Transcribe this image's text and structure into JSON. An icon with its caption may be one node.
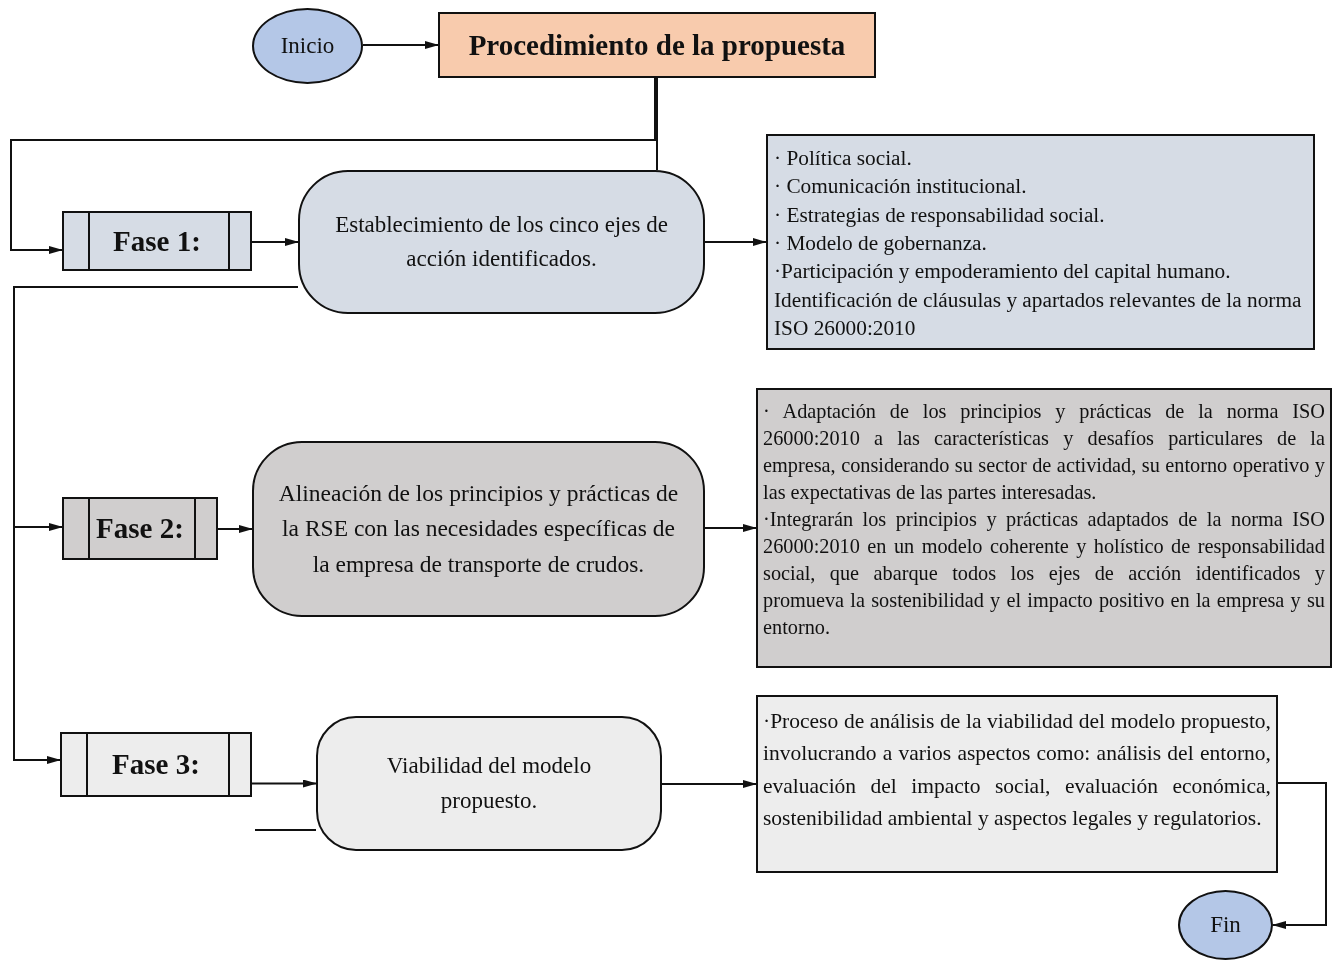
{
  "diagram": {
    "nodes": [
      {
        "text": [
          "Inicio"
        ]
      },
      {
        "text": [
          "Procedimiento de la propuesta"
        ]
      },
      {
        "text": [
          "Fase 1:"
        ]
      },
      {
        "text": [
          "Establecimiento de los cinco ejes de acción identificados."
        ]
      },
      {
        "text": [
          "· Política social.",
          "· Comunicación institucional.",
          "· Estrategias de responsabilidad social.",
          "· Modelo de gobernanza.",
          "·Participación y empoderamiento del capital humano.",
          "Identificación de cláusulas y apartados relevantes de la norma ISO 26000:2010"
        ]
      },
      {
        "text": [
          "Fase 2:"
        ]
      },
      {
        "text": [
          "Alineación de los principios y prácticas de la RSE con las necesidades específicas de la empresa de transporte de crudos."
        ]
      },
      {
        "text": [
          "· Adaptación de los principios y prácticas de la norma ISO 26000:2010 a las características y desafíos particulares de la empresa, considerando su sector de actividad, su entorno operativo y las expectativas de las partes interesadas.",
          "·Integrarán los principios y prácticas adaptados de la norma ISO 26000:2010 en un modelo coherente y holístico de responsabilidad social, que abarque todos los ejes de acción identificados y promueva la sostenibilidad y el impacto positivo en la empresa y su entorno."
        ]
      },
      {
        "text": [
          "Fase 3:"
        ]
      },
      {
        "text": [
          "Viabilidad del modelo propuesto."
        ]
      },
      {
        "text": [
          "·Proceso de análisis de la viabilidad del modelo propuesto, involucrando a varios aspectos como: análisis del entorno, evaluación del impacto social, evaluación económica, sostenibilidad ambiental y aspectos legales y regulatorios."
        ]
      },
      {
        "text": [
          "Fin"
        ]
      }
    ],
    "edges": [
      {
        "from": 0,
        "to": 1,
        "arrow": "to"
      },
      {
        "from": 1,
        "to": 2,
        "arrow": "to"
      },
      {
        "from": 3,
        "to": 5,
        "arrow": "to"
      },
      {
        "from": 3,
        "to": 8,
        "arrow": "to"
      },
      {
        "from": 1,
        "to": 3,
        "arrow": "none"
      },
      {
        "from": 2,
        "to": 3,
        "arrow": "to"
      },
      {
        "from": 3,
        "to": 4,
        "arrow": "to"
      },
      {
        "from": 5,
        "to": 6,
        "arrow": "to"
      },
      {
        "from": 6,
        "to": 7,
        "arrow": "to"
      },
      {
        "from": 8,
        "to": 9,
        "arrow": "to"
      },
      {
        "from": 9,
        "to": 10,
        "arrow": "to"
      },
      {
        "from": 10,
        "to": 11,
        "arrow": "to"
      },
      {
        "from": null,
        "to": 9,
        "arrow": "none"
      }
    ]
  }
}
